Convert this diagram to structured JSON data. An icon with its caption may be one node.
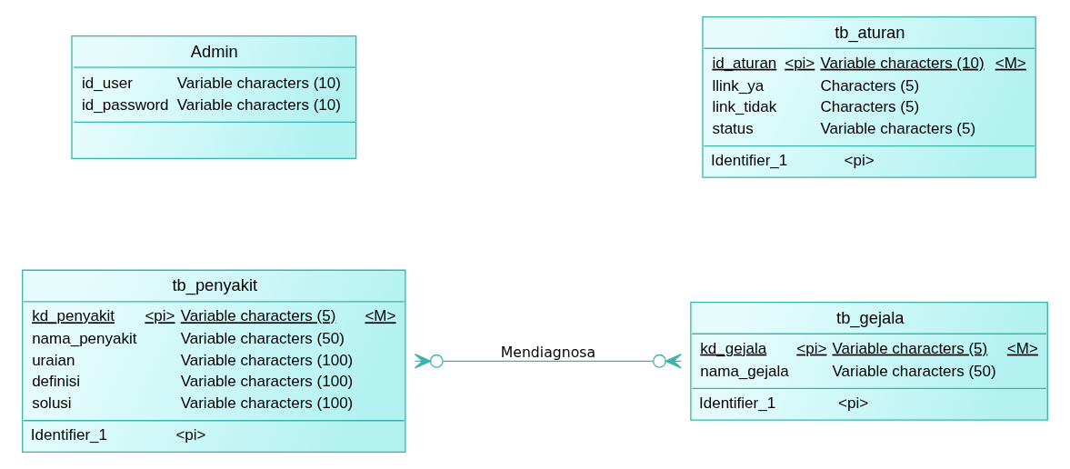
{
  "diagram": {
    "nodes": [
      {
        "text": [
          "tb_penyakit",
          "kd_penyakit",
          "<pi>",
          "Variable characters (5)",
          "<M>",
          "nama_penyakit",
          "Variable characters (50)",
          "uraian",
          "Variable characters (100)",
          "definisi",
          "Variable characters (100)",
          "solusi",
          "Variable characters (100)",
          "Identifier_1",
          "<pi>"
        ]
      },
      {
        "text": [
          "tb_gejala",
          "kd_gejala",
          "<pi>",
          "Variable characters (5)",
          "<M>",
          "nama_gejala",
          "Variable characters (50)",
          "Identifier_1",
          "<pi>"
        ]
      },
      {
        "text": [
          "Admin",
          "id_user",
          "Variable characters (10)",
          "id_password",
          "Variable characters (10)"
        ]
      },
      {
        "text": [
          "tb_aturan",
          "id_aturan",
          "<pi>",
          "Variable characters (10)",
          "<M>",
          "llink_ya",
          "Characters (5)",
          "link_tidak",
          "Characters (5)",
          "status",
          "Variable characters (5)",
          "Identifier_1",
          "<pi>"
        ]
      }
    ],
    "edges": [
      {
        "from": 0,
        "to": 1,
        "arrow": "other",
        "label": "Mendiagnosa"
      }
    ]
  }
}
